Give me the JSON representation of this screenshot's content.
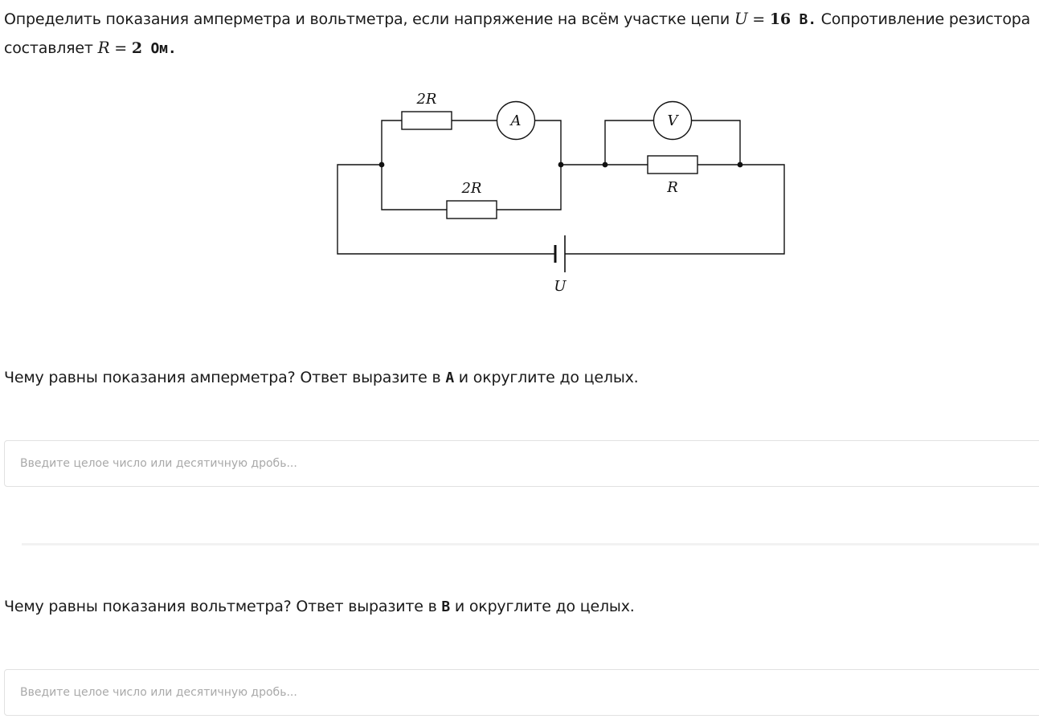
{
  "problem": {
    "text_before": "Определить показания амперметра и вольтметра, если напряжение на всём участке цепи ",
    "voltage_var": "U",
    "eq1": " = ",
    "voltage_value": "16",
    "voltage_unit": " В.",
    "text_middle": " Сопротивление резистора составляет ",
    "resistance_var": "R",
    "eq2": " = ",
    "resistance_value": "2",
    "resistance_unit": " Ом."
  },
  "circuit": {
    "label_2r_top": "2R",
    "label_2r_bottom": "2R",
    "label_r": "R",
    "ammeter": "A",
    "voltmeter": "V",
    "source": "U"
  },
  "questions": [
    {
      "text_before": "Чему равны показания амперметра? Ответ выразите в ",
      "unit": "А",
      "text_after": " и округлите до целых.",
      "placeholder": "Введите целое число или десятичную дробь...",
      "value": ""
    },
    {
      "text_before": "Чему равны показания вольтметра? Ответ выразите в ",
      "unit": "В",
      "text_after": " и округлите до целых.",
      "placeholder": "Введите целое число или десятичную дробь...",
      "value": ""
    }
  ]
}
